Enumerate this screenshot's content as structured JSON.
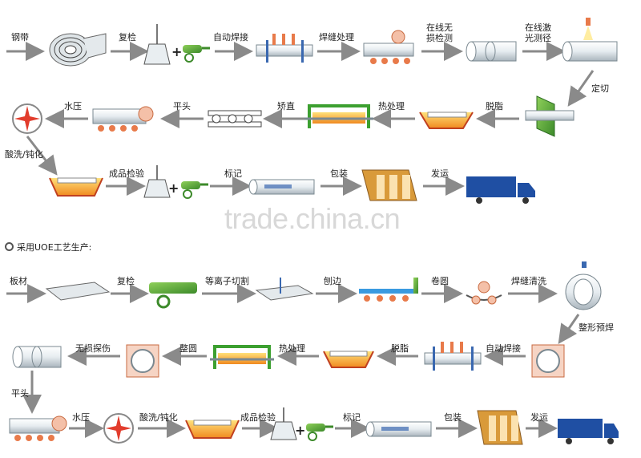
{
  "row1": {
    "steel_strip": "钢带",
    "recheck": "复检",
    "auto_weld": "自动焊接",
    "weld_treat": "焊缝处理",
    "online_ndt": "在线无损检测",
    "laser_measure": "在线激光测径",
    "cut_length": "定切"
  },
  "row2": {
    "hydrotest": "水压",
    "flat_end": "平头",
    "straighten": "矫直",
    "heat_treat": "热处理",
    "degrease": "脱脂",
    "pickling": "酸洗/钝化"
  },
  "row3": {
    "final_inspect": "成品检验",
    "marking": "标记",
    "packing": "包装",
    "shipping": "发运"
  },
  "watermark": "trade.china.cn",
  "section2_title": "采用UOE工艺生产:",
  "row4": {
    "plate": "板材",
    "recheck": "复检",
    "plasma_cut": "等离子切割",
    "edge_plane": "刨边",
    "rolling": "卷圆",
    "weld_clean": "焊缝清洗",
    "preweld": "整形预焊"
  },
  "row5": {
    "ndt": "无损探伤",
    "rounding": "整圆",
    "heat_treat": "热处理",
    "degrease": "脱脂",
    "auto_weld": "自动焊接"
  },
  "row6": {
    "flat_end": "平头",
    "hydrotest": "水压",
    "pickling": "酸洗/钝化",
    "final_inspect": "成品检验",
    "marking": "标记",
    "packing": "包装",
    "shipping": "发运"
  },
  "plus_sign": "+",
  "colors": {
    "arrow": "#8a8a8a",
    "pipe": "#e8eef2",
    "accent_green": "#5aa83a",
    "truck_blue": "#1f4fa3",
    "heat": "#f0a020",
    "roller": "#e87a4a"
  }
}
